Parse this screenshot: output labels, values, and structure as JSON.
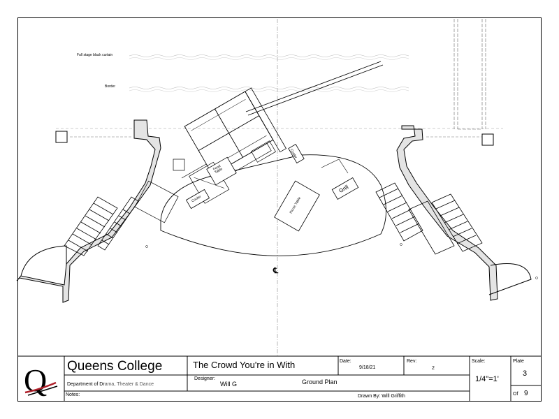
{
  "plan": {
    "labels": {
      "curtain": "Full stage black curtain",
      "border": "Border",
      "cooler_left": "Cooler",
      "food_table": "Food\nTable",
      "cooler_right": "Cooler",
      "picnic_table": "Picnic Table",
      "grill": "Grill",
      "centerline": "℄"
    }
  },
  "title_block": {
    "org": "Queens College",
    "department_a": "Department of Dr",
    "department_b": "ama, Theater & Dance",
    "show": "The Crowd You're in With",
    "date_label": "Date:",
    "date_value": "9/18/21",
    "rev_label": "Rev:",
    "rev_value": "2",
    "scale_label": "Scale:",
    "scale_value": "1/4\"=1'",
    "plate_label": "Plate",
    "plate_value": "3",
    "of_label": "Of",
    "of_value": "9",
    "designer_label": "Designer:",
    "designer_value": "Will G",
    "drawing_type": "Ground Plan",
    "notes_label": "Notes:",
    "drawn_by": "Drawn By: Will Griffith"
  },
  "colors": {
    "line": "#000000",
    "logo_red": "#b0202a",
    "dept_gray": "#555555"
  }
}
